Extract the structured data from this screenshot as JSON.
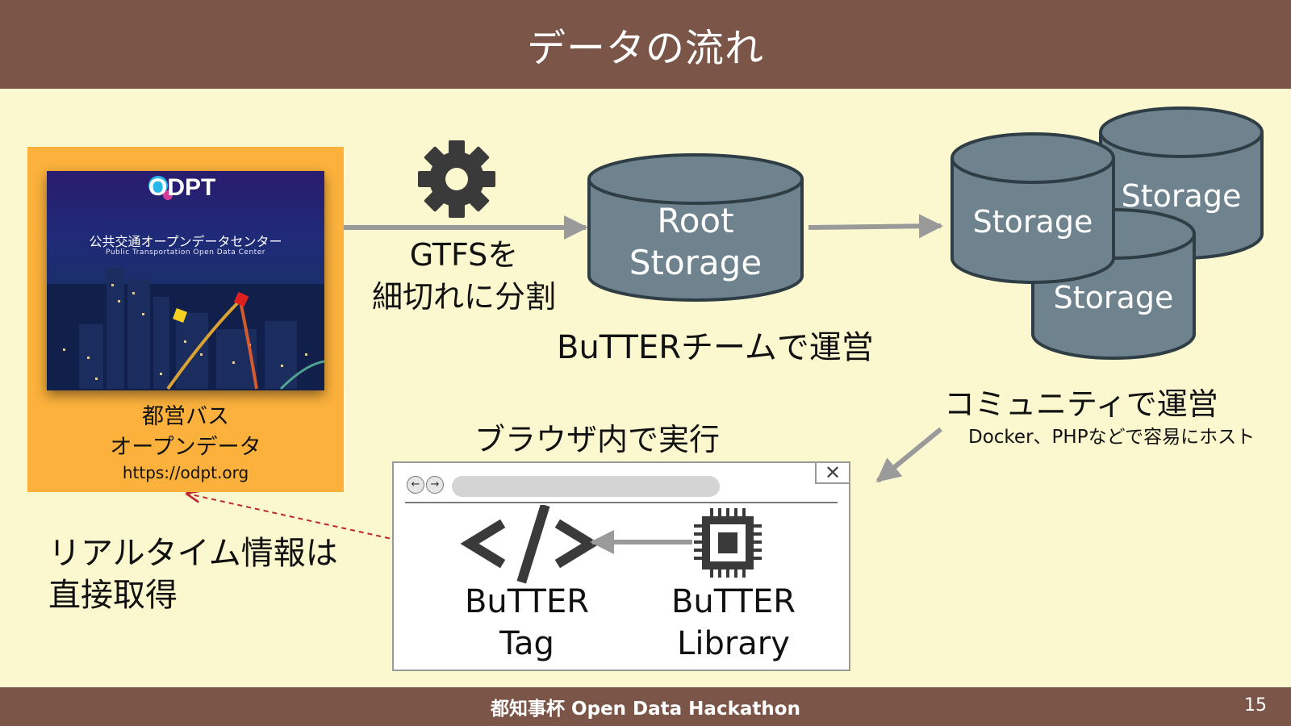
{
  "header": {
    "title": "データの流れ"
  },
  "odpt_card": {
    "logo": "ODPT",
    "poster_title_ja": "公共交通オープンデータセンター",
    "poster_title_en": "Public Transportation Open Data Center",
    "caption_line1": "都営バス",
    "caption_line2": "オープンデータ",
    "url": "https://odpt.org"
  },
  "gtfs": {
    "line1": "GTFSを",
    "line2": "細切れに分割"
  },
  "root_storage": {
    "line1": "Root",
    "line2": "Storage"
  },
  "butter_team": "BuTTERチームで運営",
  "storages": [
    "Storage",
    "Storage",
    "Storage"
  ],
  "community": {
    "label": "コミュニティで運営",
    "sub": "Docker、PHPなどで容易にホスト"
  },
  "browser_run": "ブラウザ内で実行",
  "browser": {
    "tag": {
      "line1": "BuTTER",
      "line2": "Tag"
    },
    "library": {
      "line1": "BuTTER",
      "line2": "Library"
    }
  },
  "realtime": {
    "line1": "リアルタイム情報は",
    "line2": "直接取得"
  },
  "footer": {
    "text": "都知事杯 Open Data Hackathon",
    "page_number": "15"
  },
  "icons": [
    "gear-icon",
    "code-icon",
    "chip-icon",
    "close-icon",
    "back-icon",
    "forward-icon"
  ],
  "colors": {
    "header_bg": "#7a5548",
    "background": "#fbf8cf",
    "card_bg": "#fbb13c",
    "cylinder_fill": "#6e838e",
    "cylinder_stroke": "#2f3d45",
    "arrow": "#9a9a9a",
    "dashed_link": "#c0262d"
  }
}
